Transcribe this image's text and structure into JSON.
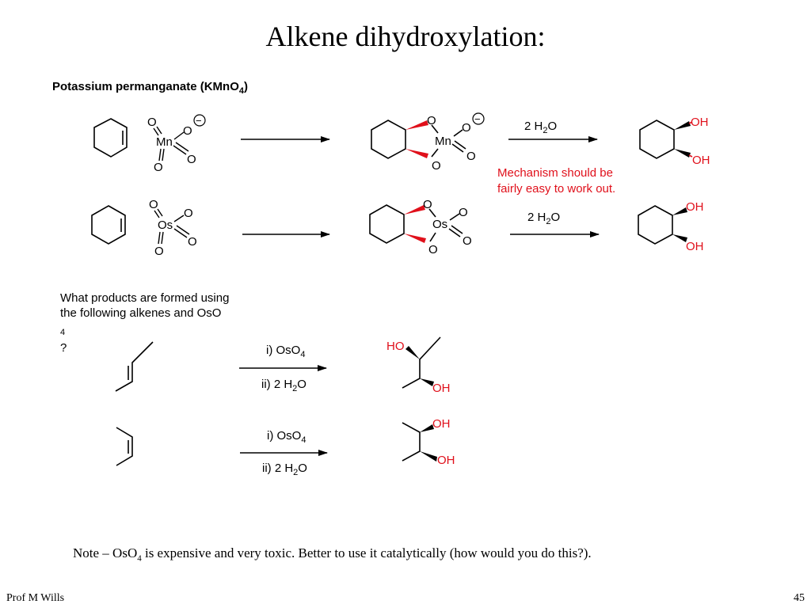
{
  "slide": {
    "title": "Alkene dihydroxylation:",
    "heading": {
      "text": "Potassium permanganate (KMnO",
      "sub": "4",
      "end": ")"
    },
    "mechanism_note": {
      "line1": "Mechanism should be",
      "line2": "fairly easy to work out."
    },
    "question": {
      "line1": "What products are formed using",
      "line2_pre": "the following alkenes and OsO",
      "line2_sub": "4",
      "line2_end": "?"
    },
    "note": {
      "pre": "Note – OsO",
      "sub": "4",
      "post": " is expensive and very toxic. Better to use it catalytically (how would you do this?)."
    },
    "footer_left": "Prof M Wills",
    "page_number": "45"
  },
  "labels": {
    "O": "O",
    "Mn": "Mn",
    "Os": "Os",
    "OH": "OH",
    "HO": "HO",
    "minus": "−",
    "water_pre": "2 H",
    "water_sub": "2",
    "water_post": "O",
    "step1_pre": "i) OsO",
    "step1_sub": "4",
    "step2_pre": "ii) 2 H",
    "step2_sub": "2",
    "step2_post": "O"
  },
  "colors": {
    "accent": "#e0101b",
    "text": "#000000"
  }
}
